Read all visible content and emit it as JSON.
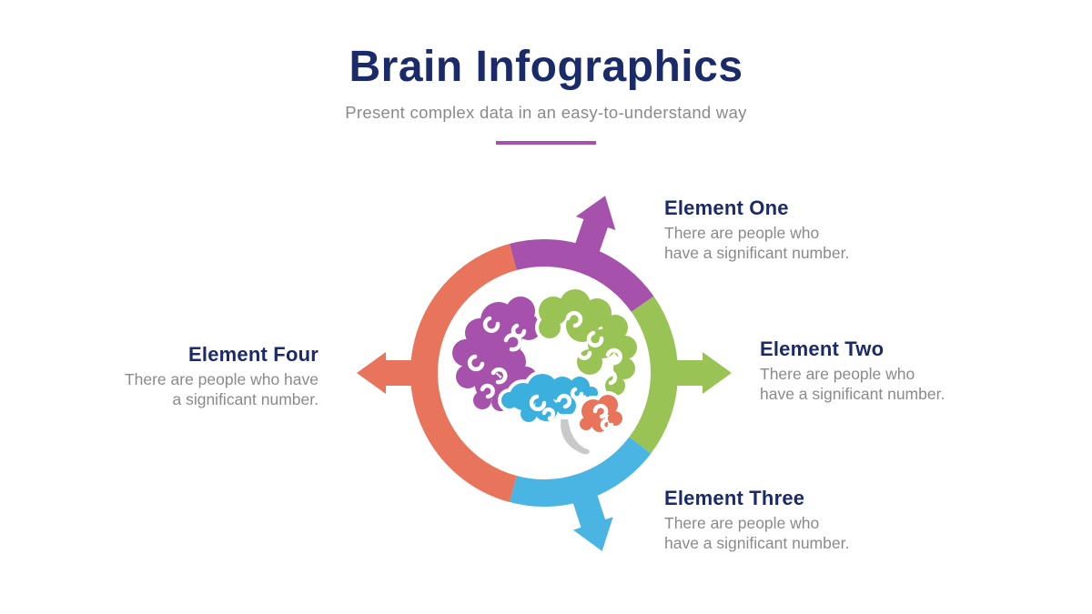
{
  "header": {
    "title": "Brain Infographics",
    "subtitle": "Present complex data in an easy-to-understand way"
  },
  "elements": [
    {
      "label": "Element One",
      "body_lines": [
        "There are people who",
        "have a significant number."
      ],
      "color": "#a651ab",
      "arrow_direction": "up-right"
    },
    {
      "label": "Element Two",
      "body_lines": [
        "There are people who",
        "have a significant number."
      ],
      "color": "#9ac356",
      "arrow_direction": "right"
    },
    {
      "label": "Element Three",
      "body_lines": [
        "There are people who",
        "have a significant number."
      ],
      "color": "#4ab5e2",
      "arrow_direction": "down"
    },
    {
      "label": "Element Four",
      "body_lines": [
        "There are people who have",
        "a significant number."
      ],
      "color": "#e8745b",
      "arrow_direction": "left"
    }
  ],
  "colors": {
    "title_navy": "#1b2a68",
    "subtitle_gray": "#8a8a8a",
    "body_gray": "#8a8a8a",
    "divider_purple": "#a651ab",
    "brain_purple": "#a651ab",
    "brain_green": "#9ac356",
    "brain_blue": "#3bafde",
    "brain_orange": "#e8745b",
    "brain_stem_gray": "#c9c9c9",
    "background": "#ffffff"
  }
}
